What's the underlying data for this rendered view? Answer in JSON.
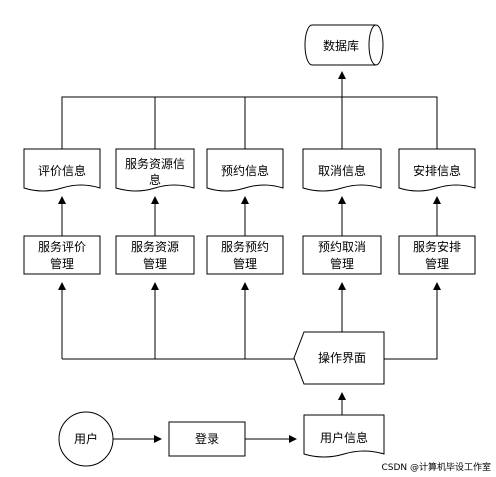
{
  "diagram": {
    "database": "数据库",
    "docs": {
      "evaluation_info": "评价信息",
      "resource_info_line1": "服务资源信",
      "resource_info_line2": "息",
      "booking_info": "预约信息",
      "cancel_info": "取消信息",
      "schedule_info": "安排信息"
    },
    "modules": {
      "evaluation_mgmt_line1": "服务评价",
      "evaluation_mgmt_line2": "管理",
      "resource_mgmt_line1": "服务资源",
      "resource_mgmt_line2": "管理",
      "booking_mgmt_line1": "服务预约",
      "booking_mgmt_line2": "管理",
      "cancel_mgmt_line1": "预约取消",
      "cancel_mgmt_line2": "管理",
      "schedule_mgmt_line1": "服务安排",
      "schedule_mgmt_line2": "管理"
    },
    "interface": "操作界面",
    "user": "用户",
    "login": "登录",
    "user_info": "用户信息"
  },
  "watermark": "CSDN @计算机毕设工作室"
}
